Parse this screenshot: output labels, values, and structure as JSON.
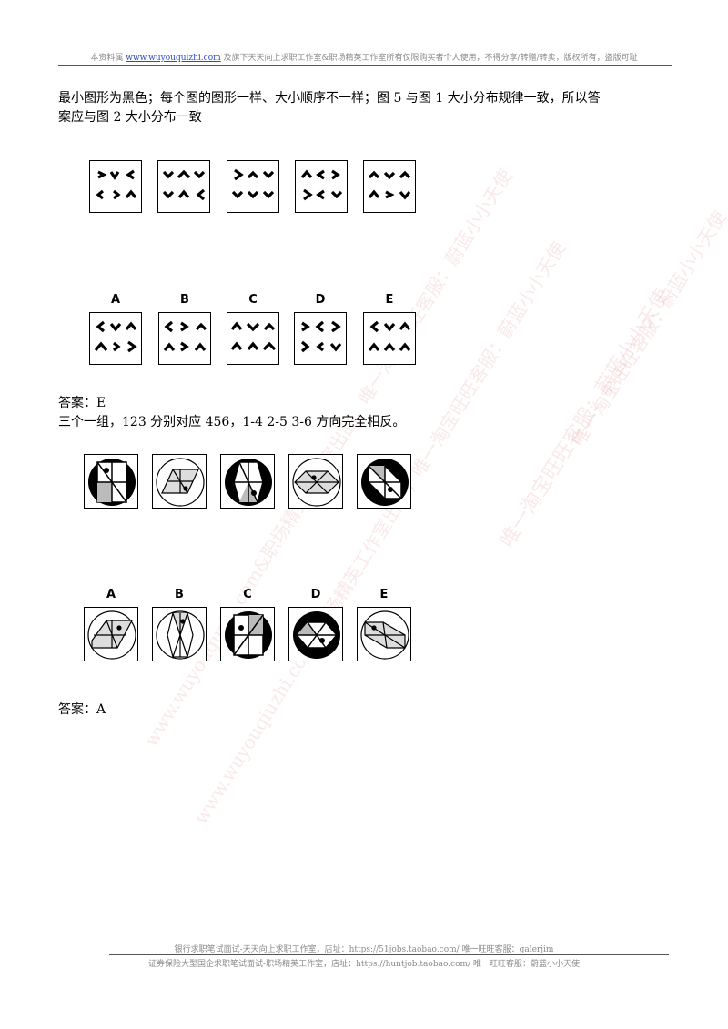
{
  "header": {
    "prefix": "本资料属",
    "link": "www.wuyouquizhi.com",
    "suffix": "及旗下天天向上求职工作室&职场精英工作室所有仅限购买者个人使用，不得分享/转赠/转卖，版权所有，盗版可耻"
  },
  "question1": {
    "explanation_line1": "最小图形为黑色；每个图的图形一样、大小顺序不一样；图 5 与图 1 大小分布规律一致，所以答",
    "explanation_line2": "案应与图 2 大小分布一致",
    "option_labels": [
      "A",
      "B",
      "C",
      "D",
      "E"
    ],
    "answer": "答案：E"
  },
  "question2": {
    "explanation": "三个一组，123 分别对应 456，1-4  2-5  3-6 方向完全相反。",
    "option_labels": [
      "A",
      "B",
      "C",
      "D",
      "E"
    ],
    "answer": "答案：A"
  },
  "watermarks": [
    "www.wuyouquzhi.com&职场精英工作室出品，唯一淘宝旺旺客服：蔚蓝小小天使",
    "www.wuyouqiuzhi.com&职场精英工作室出品，唯一淘宝旺旺客服：蔚蓝小小天使",
    "唯一淘宝旺旺客服：蔚蓝小小天使"
  ],
  "footer": {
    "line1": "银行求职笔试面试-天天向上求职工作室，店址：https://51jobs.taobao.com/  唯一旺旺客服：galerjim",
    "line2": "证券保险大型国企求职笔试面试-职场精英工作室，店址：https://huntjob.taobao.com/  唯一旺旺客服：蔚蓝小小天使"
  },
  "colors": {
    "link": "#2a49c8",
    "watermark": "#d77878",
    "header_text": "#8a8a8a"
  }
}
